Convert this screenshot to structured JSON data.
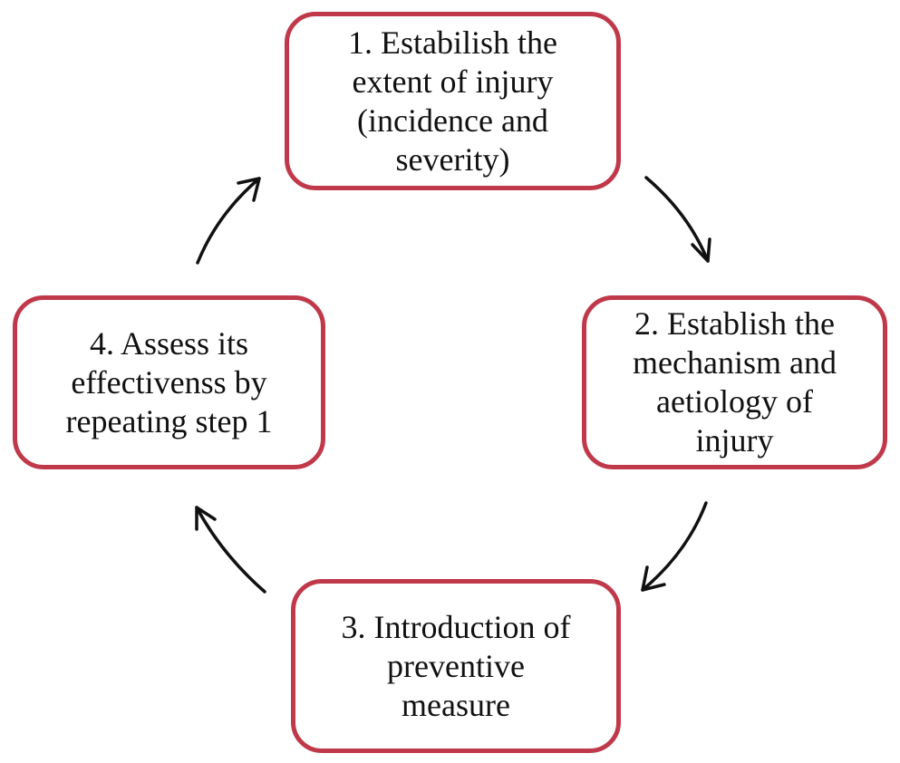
{
  "cycle": {
    "accent_color": "#c0394b",
    "text_color": "#111111",
    "steps": [
      {
        "text": "1. Estabilish the\nextent of injury\n(incidence and\nseverity)"
      },
      {
        "text": "2. Establish the\nmechanism and\naetiology of\ninjury"
      },
      {
        "text": "3. Introduction of\npreventive\nmeasure"
      },
      {
        "text": "4. Assess its\neffectivenss by\nrepeating step 1"
      }
    ],
    "arrows": [
      {
        "from": 1,
        "to": 2,
        "icon": "arrow-clockwise-icon"
      },
      {
        "from": 2,
        "to": 3,
        "icon": "arrow-clockwise-icon"
      },
      {
        "from": 3,
        "to": 4,
        "icon": "arrow-clockwise-icon"
      },
      {
        "from": 4,
        "to": 1,
        "icon": "arrow-clockwise-icon"
      }
    ]
  }
}
